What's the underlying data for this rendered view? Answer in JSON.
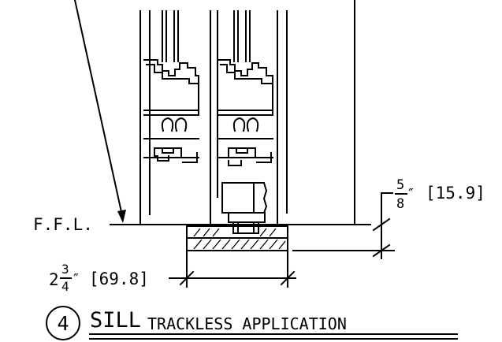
{
  "drawing": {
    "floor_label": "F.F.L.",
    "height_dim": {
      "whole": "",
      "num": "5",
      "den": "8",
      "inch_mark": "″",
      "metric": "[15.9]"
    },
    "width_dim": {
      "whole": "2",
      "num": "3",
      "den": "4",
      "inch_mark": "″",
      "metric": "[69.8]"
    },
    "detail_number": "4",
    "title": "SILL",
    "subtitle": "TRACKLESS APPLICATION"
  }
}
